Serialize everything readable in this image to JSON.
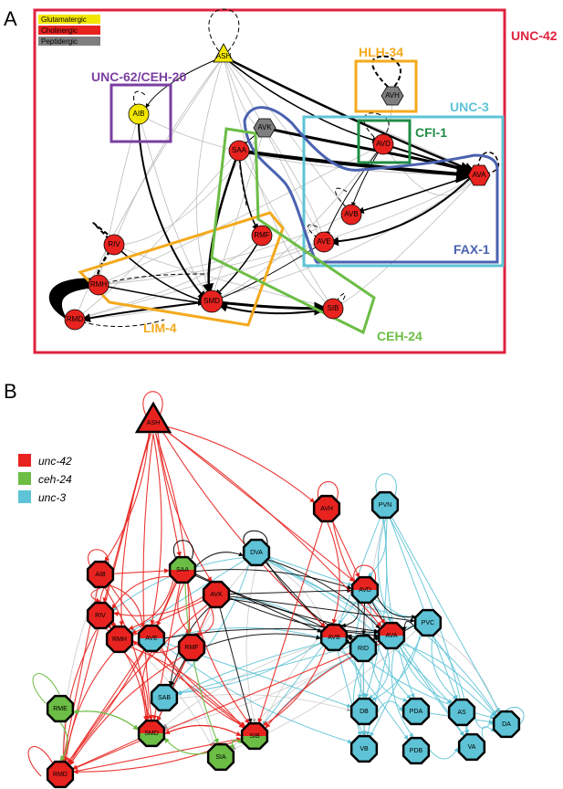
{
  "panelA": {
    "letter": "A",
    "outer_label": "UNC-42",
    "legend": [
      {
        "label": "Glutamatergic",
        "color": "#f2e600"
      },
      {
        "label": "Cholinergic",
        "color": "#e8231f"
      },
      {
        "label": "Peptidergic",
        "color": "#7f7f7f"
      }
    ],
    "boxes": {
      "unc62": "UNC-62/CEH-20",
      "hlh34": "HLH-34",
      "unc3": "UNC-3",
      "cfi1": "CFI-1",
      "fax1": "FAX-1",
      "lim4": "LIM-4",
      "ceh24": "CEH-24"
    },
    "nodes": {
      "ASH": "ASH",
      "AIB": "AIB",
      "AVH": "AVH",
      "AVK": "AVK",
      "SAA": "SAA",
      "AVD": "AVD",
      "AVA": "AVA",
      "AVB": "AVB",
      "AVE": "AVE",
      "RMF": "RMF",
      "RIV": "RIV",
      "RMH": "RMH",
      "RMD": "RMD",
      "SMD": "SMD",
      "SIB": "SIB"
    }
  },
  "panelB": {
    "letter": "B",
    "legend": [
      {
        "label": "unc-42",
        "color": "#e8231f"
      },
      {
        "label": "ceh-24",
        "color": "#6cbd45"
      },
      {
        "label": "unc-3",
        "color": "#5ec3d6"
      }
    ],
    "nodes": {
      "ASH": "ASH",
      "AVH": "AVH",
      "PVN": "PVN",
      "DVA": "DVA",
      "AIB": "AIB",
      "SAA": "SAA",
      "AVK": "AVK",
      "AVD": "AVD",
      "RIV": "RIV",
      "RMH": "RMH",
      "AVE": "AVE",
      "RMF": "RMF",
      "AVB": "AVB",
      "RID": "RID",
      "AVA": "AVA",
      "PVC": "PVC",
      "SAB": "SAB",
      "RME": "RME",
      "SMD": "SMD",
      "SIB": "SIB",
      "SIA": "SIA",
      "RMD": "RMD",
      "DB": "DB",
      "PDA": "PDA",
      "AS": "AS",
      "DA": "DA",
      "VB": "VB",
      "PDB": "PDB",
      "VA": "VA"
    }
  }
}
